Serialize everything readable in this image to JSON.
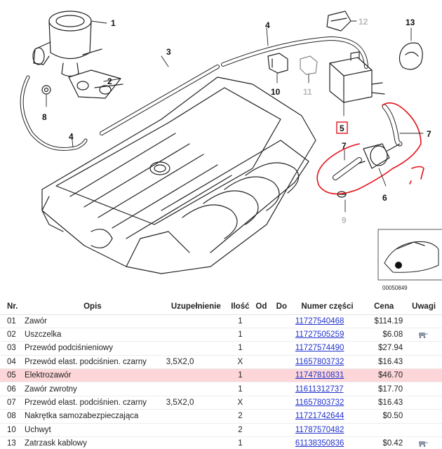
{
  "diagram": {
    "code": "00050849",
    "callouts": [
      {
        "label": "1"
      },
      {
        "label": "2"
      },
      {
        "label": "3"
      },
      {
        "label": "4"
      },
      {
        "label": "4"
      },
      {
        "label": "5"
      },
      {
        "label": "6"
      },
      {
        "label": "7"
      },
      {
        "label": "7"
      },
      {
        "label": "8"
      },
      {
        "label": "9"
      },
      {
        "label": "10"
      },
      {
        "label": "11"
      },
      {
        "label": "12"
      },
      {
        "label": "13"
      }
    ]
  },
  "table": {
    "headers": {
      "nr": "Nr.",
      "name": "Opis",
      "supplement": "Uzupełnienie",
      "qty": "Ilość",
      "from": "Od",
      "to": "Do",
      "part": "Numer części",
      "price": "Cena",
      "notes": "Uwagi"
    },
    "rows": [
      {
        "nr": "01",
        "name": "Zawór",
        "supplement": "",
        "qty": "1",
        "part": "11727540468",
        "price": "$114.19",
        "cart": false,
        "highlight": false
      },
      {
        "nr": "02",
        "name": "Uszczelka",
        "supplement": "",
        "qty": "1",
        "part": "11727505259",
        "price": "$6.08",
        "cart": true,
        "highlight": false
      },
      {
        "nr": "03",
        "name": "Przewód podciśnieniowy",
        "supplement": "",
        "qty": "1",
        "part": "11727574490",
        "price": "$27.94",
        "cart": false,
        "highlight": false
      },
      {
        "nr": "04",
        "name": "Przewód elast. podciśnien. czarny",
        "supplement": "3,5X2,0",
        "qty": "X",
        "part": "11657803732",
        "price": "$16.43",
        "cart": false,
        "highlight": false
      },
      {
        "nr": "05",
        "name": "Elektrozawór",
        "supplement": "",
        "qty": "1",
        "part": "11747810831",
        "price": "$46.70",
        "cart": false,
        "highlight": true
      },
      {
        "nr": "06",
        "name": "Zawór zwrotny",
        "supplement": "",
        "qty": "1",
        "part": "11611312737",
        "price": "$17.70",
        "cart": false,
        "highlight": false
      },
      {
        "nr": "07",
        "name": "Przewód elast. podciśnien. czarny",
        "supplement": "3,5X2,0",
        "qty": "X",
        "part": "11657803732",
        "price": "$16.43",
        "cart": false,
        "highlight": false
      },
      {
        "nr": "08",
        "name": "Nakrętka samozabezpieczająca",
        "supplement": "",
        "qty": "2",
        "part": "11721742644",
        "price": "$0.50",
        "cart": false,
        "highlight": false
      },
      {
        "nr": "10",
        "name": "Uchwyt",
        "supplement": "",
        "qty": "2",
        "part": "11787570482",
        "price": "",
        "cart": false,
        "highlight": false
      },
      {
        "nr": "13",
        "name": "Zatrzask kablowy",
        "supplement": "",
        "qty": "1",
        "part": "61138350836",
        "price": "$0.42",
        "cart": true,
        "highlight": false
      }
    ]
  }
}
